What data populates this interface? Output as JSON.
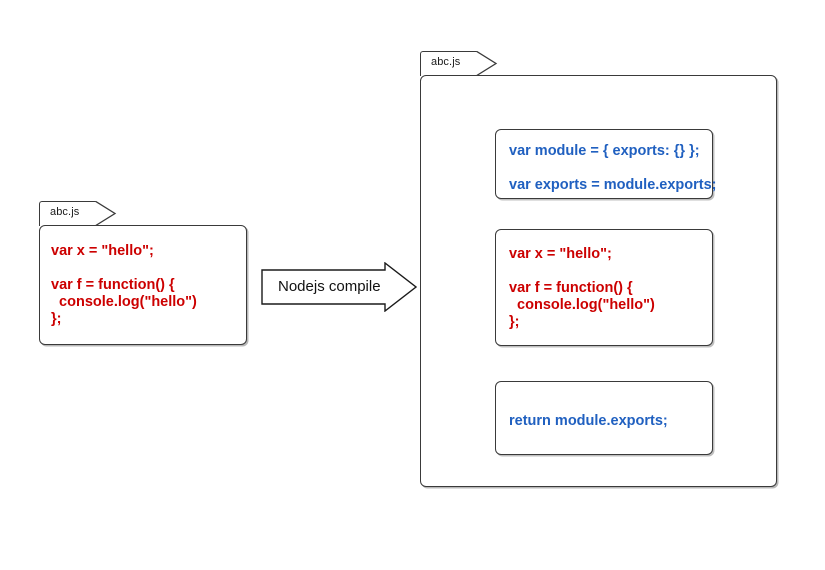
{
  "diagram": {
    "background_color": "#ffffff",
    "stroke_color": "#3a3a3a",
    "red_color": "#CC0000",
    "blue_color": "#2060C0"
  },
  "source_file": {
    "tab_label": "abc.js",
    "code_lines": [
      "var x = \"hello\";",
      "",
      "var f = function() {",
      "  console.log(\"hello\")",
      "};"
    ],
    "code_text": "var x = \"hello\";\n\nvar f = function() {\n  console.log(\"hello\")\n};"
  },
  "transition": {
    "arrow_label": "Nodejs compile",
    "arrow_icon": "block-arrow-right-icon"
  },
  "compiled_file": {
    "tab_label": "abc.js",
    "blocks": [
      {
        "id": "module-wrapper-header",
        "color": "#2060C0",
        "code_lines": [
          "var module = { exports: {} };",
          "",
          "var exports = module.exports;"
        ],
        "code_text": "var module = { exports: {} };\n\nvar exports = module.exports;"
      },
      {
        "id": "user-source",
        "color": "#CC0000",
        "code_lines": [
          "var x = \"hello\";",
          "",
          "var f = function() {",
          "  console.log(\"hello\")",
          "};"
        ],
        "code_text": "var x = \"hello\";\n\nvar f = function() {\n  console.log(\"hello\")\n};"
      },
      {
        "id": "module-wrapper-footer",
        "color": "#2060C0",
        "code_lines": [
          "return module.exports;"
        ],
        "code_text": "return module.exports;"
      }
    ]
  }
}
